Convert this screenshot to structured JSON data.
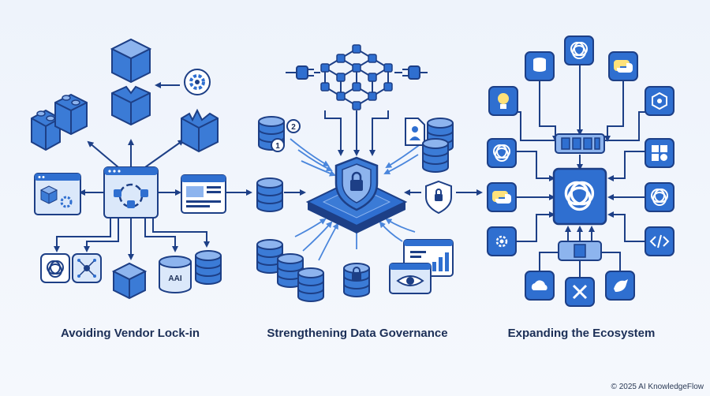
{
  "sections": [
    {
      "title": "Avoiding Vendor Lock-in"
    },
    {
      "title": "Strengthening Data Governance"
    },
    {
      "title": "Expanding the Ecosystem"
    }
  ],
  "small_labels": {
    "aai": "AAI",
    "step1": "1",
    "step2": "2"
  },
  "footer": {
    "copyright": "© 2025 AI KnowledgeFlow"
  },
  "colors": {
    "primary": "#2f6fd0",
    "dark": "#1d3f86",
    "light": "#bcd3f3",
    "background": "#eef3fb"
  }
}
